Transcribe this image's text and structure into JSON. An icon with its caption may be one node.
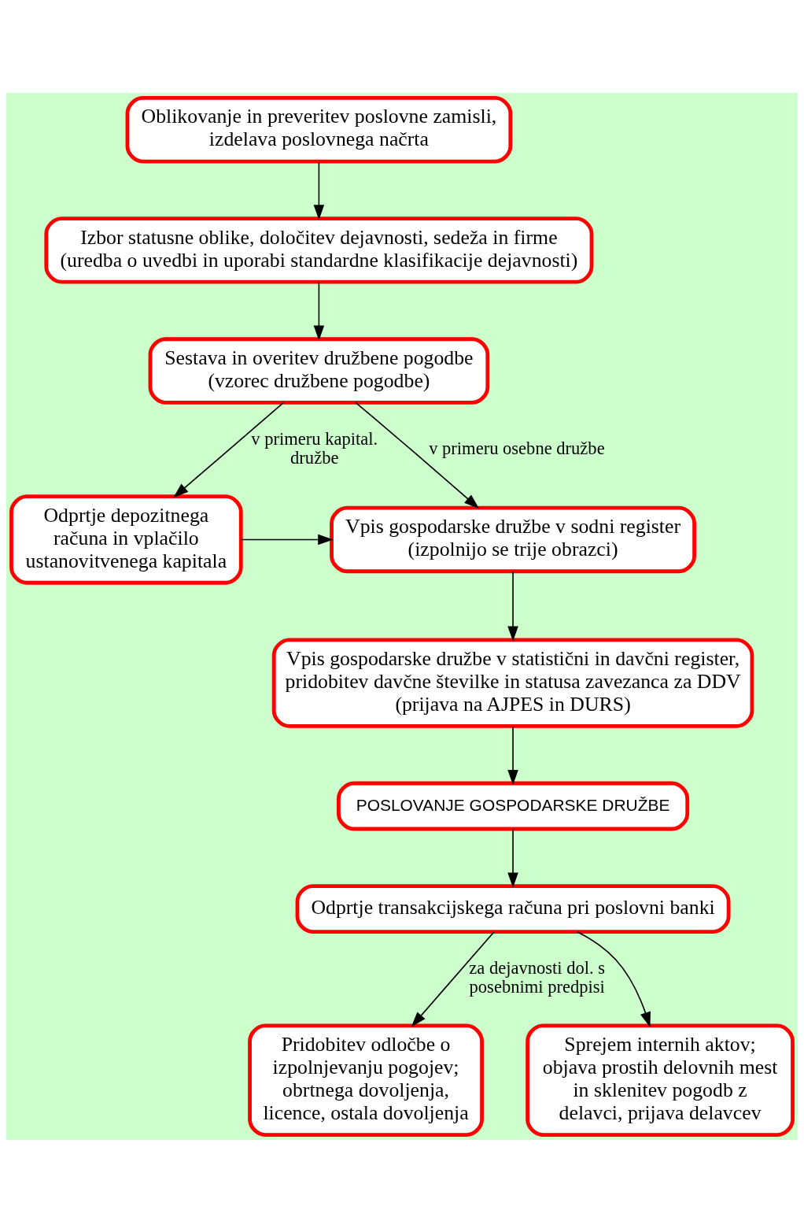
{
  "diagram": {
    "nodes": [
      {
        "text": [
          "Oblikovanje in preveritev poslovne zamisli, izdelava poslovnega načrta"
        ]
      },
      {
        "text": [
          "Izbor statusne oblike, določitev dejavnosti, sedeža in firme",
          "(uredba o uvedbi in uporabi standardne klasifikacije dejavnosti)"
        ]
      },
      {
        "text": [
          "Sestava in overitev družbene pogodbe",
          "(vzorec družbene pogodbe)"
        ]
      },
      {
        "text": [
          "Odprtje depozitnega računa in vplačilo ustanovitvenega kapitala"
        ]
      },
      {
        "text": [
          "Vpis gospodarske družbe v sodni register",
          "(izpolnijo se trije obrazci)"
        ]
      },
      {
        "text": [
          "Vpis gospodarske družbe v statistični in davčni register, pridobitev davčne številke in statusa zavezanca za DDV",
          "(prijava na AJPES in DURS)"
        ]
      },
      {
        "text": [
          "POSLOVANJE GOSPODARSKE DRUŽBE"
        ]
      },
      {
        "text": [
          "Odprtje transakcijskega računa pri poslovni banki"
        ]
      },
      {
        "text": [
          "Pridobitev odločbe o izpolnjevanju pogojev; obrtnega dovoljenja, licence, ostala dovoljenja"
        ]
      },
      {
        "text": [
          "Sprejem internih aktov; objava prostih delovnih mest in sklenitev pogodb z delavci, prijava delavcev"
        ]
      }
    ],
    "edges": [
      {
        "from": 0,
        "to": 1,
        "arrow": "to"
      },
      {
        "from": 1,
        "to": 2,
        "arrow": "to"
      },
      {
        "from": 2,
        "to": 3,
        "arrow": "to",
        "label": "v primeru kapital. družbe"
      },
      {
        "from": 2,
        "to": 4,
        "arrow": "to",
        "label": "v primeru osebne družbe"
      },
      {
        "from": 3,
        "to": 4,
        "arrow": "to"
      },
      {
        "from": 4,
        "to": 5,
        "arrow": "to"
      },
      {
        "from": 5,
        "to": 6,
        "arrow": "to"
      },
      {
        "from": 6,
        "to": 7,
        "arrow": "to"
      },
      {
        "from": 7,
        "to": 8,
        "arrow": "to",
        "label": "za dejavnosti dol. s posebnimi predpisi"
      },
      {
        "from": 7,
        "to": 9,
        "arrow": "to"
      }
    ]
  }
}
